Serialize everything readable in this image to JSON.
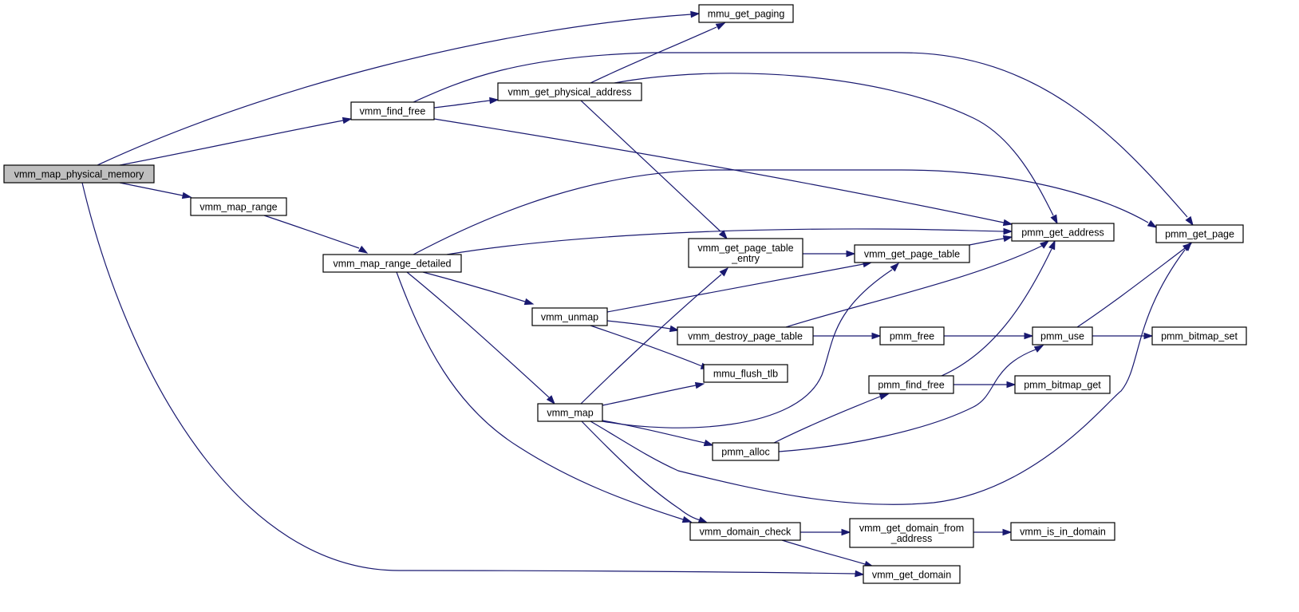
{
  "accent_color": "#191970",
  "root_fill": "#bfbfbf",
  "nodes": [
    {
      "id": "vmm_map_physical_memory",
      "lines": [
        "vmm_map_physical_memory"
      ],
      "root": true
    },
    {
      "id": "mmu_get_paging",
      "lines": [
        "mmu_get_paging"
      ]
    },
    {
      "id": "vmm_find_free",
      "lines": [
        "vmm_find_free"
      ]
    },
    {
      "id": "vmm_get_physical_address",
      "lines": [
        "vmm_get_physical_address"
      ]
    },
    {
      "id": "vmm_map_range",
      "lines": [
        "vmm_map_range"
      ]
    },
    {
      "id": "vmm_map_range_detailed",
      "lines": [
        "vmm_map_range_detailed"
      ]
    },
    {
      "id": "pmm_get_address",
      "lines": [
        "pmm_get_address"
      ]
    },
    {
      "id": "pmm_get_page",
      "lines": [
        "pmm_get_page"
      ]
    },
    {
      "id": "vmm_get_page_table_entry",
      "lines": [
        "vmm_get_page_table",
        "_entry"
      ]
    },
    {
      "id": "vmm_get_page_table",
      "lines": [
        "vmm_get_page_table"
      ]
    },
    {
      "id": "vmm_unmap",
      "lines": [
        "vmm_unmap"
      ]
    },
    {
      "id": "vmm_destroy_page_table",
      "lines": [
        "vmm_destroy_page_table"
      ]
    },
    {
      "id": "pmm_free",
      "lines": [
        "pmm_free"
      ]
    },
    {
      "id": "pmm_use",
      "lines": [
        "pmm_use"
      ]
    },
    {
      "id": "pmm_bitmap_set",
      "lines": [
        "pmm_bitmap_set"
      ]
    },
    {
      "id": "mmu_flush_tlb",
      "lines": [
        "mmu_flush_tlb"
      ]
    },
    {
      "id": "pmm_find_free",
      "lines": [
        "pmm_find_free"
      ]
    },
    {
      "id": "pmm_bitmap_get",
      "lines": [
        "pmm_bitmap_get"
      ]
    },
    {
      "id": "vmm_map",
      "lines": [
        "vmm_map"
      ]
    },
    {
      "id": "pmm_alloc",
      "lines": [
        "pmm_alloc"
      ]
    },
    {
      "id": "vmm_domain_check",
      "lines": [
        "vmm_domain_check"
      ]
    },
    {
      "id": "vmm_get_domain_from_address",
      "lines": [
        "vmm_get_domain_from",
        "_address"
      ]
    },
    {
      "id": "vmm_is_in_domain",
      "lines": [
        "vmm_is_in_domain"
      ]
    },
    {
      "id": "vmm_get_domain",
      "lines": [
        "vmm_get_domain"
      ]
    }
  ],
  "edges": [
    {
      "from": "vmm_map_physical_memory",
      "to": "mmu_get_paging"
    },
    {
      "from": "vmm_map_physical_memory",
      "to": "vmm_find_free"
    },
    {
      "from": "vmm_map_physical_memory",
      "to": "vmm_map_range"
    },
    {
      "from": "vmm_map_physical_memory",
      "to": "vmm_get_domain"
    },
    {
      "from": "vmm_find_free",
      "to": "vmm_get_physical_address"
    },
    {
      "from": "vmm_find_free",
      "to": "pmm_get_page"
    },
    {
      "from": "vmm_find_free",
      "to": "pmm_get_address"
    },
    {
      "from": "vmm_get_physical_address",
      "to": "mmu_get_paging"
    },
    {
      "from": "vmm_get_physical_address",
      "to": "pmm_get_address"
    },
    {
      "from": "vmm_get_physical_address",
      "to": "vmm_get_page_table_entry"
    },
    {
      "from": "vmm_map_range",
      "to": "vmm_map_range_detailed"
    },
    {
      "from": "vmm_map_range_detailed",
      "to": "pmm_get_page"
    },
    {
      "from": "vmm_map_range_detailed",
      "to": "pmm_get_address"
    },
    {
      "from": "vmm_map_range_detailed",
      "to": "vmm_unmap"
    },
    {
      "from": "vmm_map_range_detailed",
      "to": "vmm_map"
    },
    {
      "from": "vmm_map_range_detailed",
      "to": "vmm_domain_check"
    },
    {
      "from": "vmm_get_page_table_entry",
      "to": "vmm_get_page_table"
    },
    {
      "from": "vmm_get_page_table",
      "to": "pmm_get_address"
    },
    {
      "from": "vmm_unmap",
      "to": "vmm_get_page_table"
    },
    {
      "from": "vmm_unmap",
      "to": "vmm_destroy_page_table"
    },
    {
      "from": "vmm_unmap",
      "to": "mmu_flush_tlb"
    },
    {
      "from": "vmm_destroy_page_table",
      "to": "pmm_get_address"
    },
    {
      "from": "vmm_destroy_page_table",
      "to": "pmm_free"
    },
    {
      "from": "pmm_free",
      "to": "pmm_use"
    },
    {
      "from": "pmm_use",
      "to": "pmm_get_page"
    },
    {
      "from": "pmm_use",
      "to": "pmm_bitmap_set"
    },
    {
      "from": "pmm_find_free",
      "to": "pmm_get_address"
    },
    {
      "from": "pmm_find_free",
      "to": "pmm_bitmap_get"
    },
    {
      "from": "vmm_map",
      "to": "vmm_get_page_table_entry"
    },
    {
      "from": "vmm_map",
      "to": "mmu_flush_tlb"
    },
    {
      "from": "vmm_map",
      "to": "vmm_get_page_table"
    },
    {
      "from": "vmm_map",
      "to": "pmm_alloc"
    },
    {
      "from": "vmm_map",
      "to": "pmm_get_page"
    },
    {
      "from": "vmm_map",
      "to": "vmm_domain_check"
    },
    {
      "from": "pmm_alloc",
      "to": "pmm_find_free"
    },
    {
      "from": "pmm_alloc",
      "to": "pmm_use"
    },
    {
      "from": "vmm_domain_check",
      "to": "vmm_get_domain_from_address"
    },
    {
      "from": "vmm_domain_check",
      "to": "vmm_get_domain"
    },
    {
      "from": "vmm_get_domain_from_address",
      "to": "vmm_is_in_domain"
    }
  ]
}
